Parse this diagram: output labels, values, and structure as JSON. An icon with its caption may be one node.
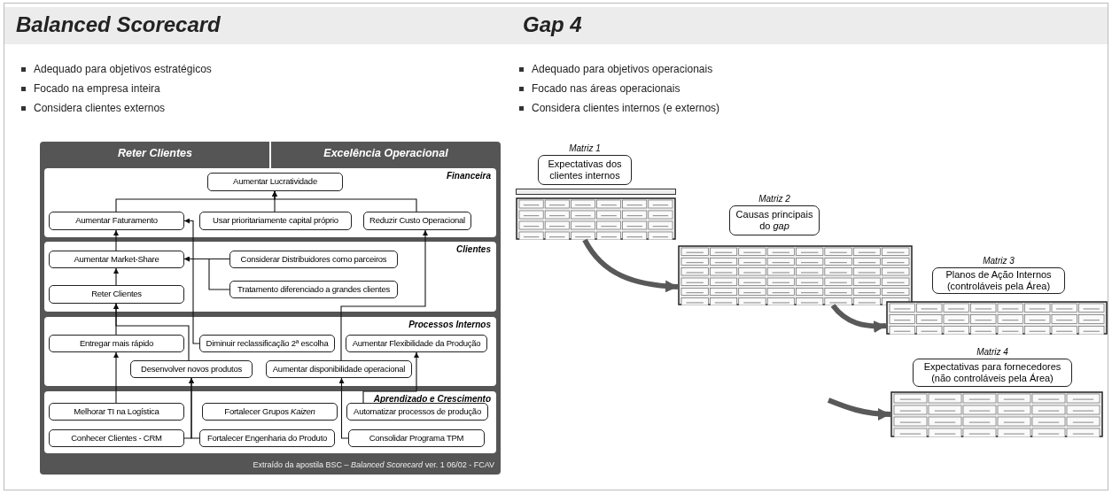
{
  "diagram": {
    "nodes": [
      {
        "text": [
          "Financeira"
        ]
      },
      {
        "text": [
          "Aumentar Lucratividade"
        ],
        "in": 0
      },
      {
        "text": [
          "Aumentar Faturamento"
        ],
        "in": 0
      },
      {
        "text": [
          "Usar prioritariamente capital próprio"
        ],
        "in": 0
      },
      {
        "text": [
          "Reduzir Custo Operacional"
        ],
        "in": 0
      },
      {
        "text": [
          "Clientes"
        ]
      },
      {
        "text": [
          "Aumentar Market-Share"
        ],
        "in": 5
      },
      {
        "text": [
          "Considerar Distribuidores como parceiros"
        ],
        "in": 5
      },
      {
        "text": [
          "Tratamento diferenciado a grandes clientes"
        ],
        "in": 5
      },
      {
        "text": [
          "Reter Clientes"
        ],
        "in": 5
      },
      {
        "text": [
          "Processos Internos"
        ]
      },
      {
        "text": [
          "Entregar mais rápido"
        ],
        "in": 10
      },
      {
        "text": [
          "Diminuir reclassificação 2ª escolha"
        ],
        "in": 10
      },
      {
        "text": [
          "Aumentar Flexibilidade da Produção"
        ],
        "in": 10
      },
      {
        "text": [
          "Desenvolver novos produtos"
        ],
        "in": 10
      },
      {
        "text": [
          "Aumentar disponibilidade operacional"
        ],
        "in": 10
      },
      {
        "text": [
          "Aprendizado e Crescimento"
        ]
      },
      {
        "text": [
          "Melhorar TI na Logística"
        ],
        "in": 16
      },
      {
        "text": [
          "Fortalecer Grupos *Kaizen*"
        ],
        "in": 16
      },
      {
        "text": [
          "Automatizar processos de produção"
        ],
        "in": 16
      },
      {
        "text": [
          "Conhecer Clientes - CRM"
        ],
        "in": 16
      },
      {
        "text": [
          "Fortalecer Engenharia do Produto"
        ],
        "in": 16
      },
      {
        "text": [
          "Consolidar Programa TPM"
        ],
        "in": 16
      },
      {
        "text": [
          "Expectativas dos clientes internos"
        ],
        "beside": [
          "Matriz 1"
        ]
      },
      {
        "text": [],
        "shape": "picture"
      },
      {
        "text": [
          "Causas principais do *gap*"
        ],
        "beside": [
          "Matriz 2"
        ]
      },
      {
        "text": [],
        "shape": "picture"
      },
      {
        "text": [
          "Planos de Ação Internos (controláveis pela Área)"
        ],
        "beside": [
          "Matriz 3"
        ]
      },
      {
        "text": [],
        "shape": "picture"
      },
      {
        "text": [
          "Expectativas para fornecedores (não controláveis pela Área)"
        ],
        "beside": [
          "Matriz 4"
        ]
      },
      {
        "text": [],
        "shape": "picture"
      }
    ],
    "edges": [
      {
        "from": 2,
        "to": 1,
        "arrow": "to"
      },
      {
        "from": 3,
        "to": 1,
        "arrow": "to"
      },
      {
        "from": 4,
        "to": 1,
        "arrow": "to"
      },
      {
        "from": 6,
        "to": 2,
        "arrow": "to"
      },
      {
        "from": 7,
        "to": 6,
        "arrow": "to"
      },
      {
        "from": 8,
        "to": 6,
        "arrow": "to"
      },
      {
        "from": 9,
        "to": 6,
        "arrow": "to"
      },
      {
        "from": 12,
        "to": 2,
        "arrow": "to"
      },
      {
        "from": 11,
        "to": 9,
        "arrow": "to"
      },
      {
        "from": 14,
        "to": 9,
        "arrow": "to"
      },
      {
        "from": 15,
        "to": 4,
        "arrow": "to"
      },
      {
        "from": 17,
        "to": 11,
        "arrow": "to"
      },
      {
        "from": 20,
        "to": 14,
        "arrow": "to"
      },
      {
        "from": 21,
        "to": 14,
        "arrow": "to"
      },
      {
        "from": 22,
        "to": 15,
        "arrow": "to"
      },
      {
        "from": 19,
        "to": 13,
        "arrow": "to"
      },
      {
        "from": 24,
        "to": 26,
        "arrow": "to",
        "style": "thick",
        "color": "#595959"
      },
      {
        "from": 26,
        "to": 28,
        "arrow": "to",
        "style": "thick",
        "color": "#595959"
      },
      {
        "from": null,
        "to": 30,
        "arrow": "to",
        "style": "thick",
        "color": "#595959"
      }
    ],
    "labels": [
      "Balanced Scorecard",
      "Gap 4",
      "Adequado para objetivos estratégicos",
      "Focado na empresa inteira",
      "Considera clientes externos",
      "Adequado para objetivos operacionais",
      "Focado nas áreas operacionais",
      "Considera clientes internos (e externos)",
      "Reter Clientes",
      "Excelência Operacional",
      "Extraído da apostila BSC – *Balanced Scorecard* ver. 1 06/02 - FCAV"
    ]
  }
}
